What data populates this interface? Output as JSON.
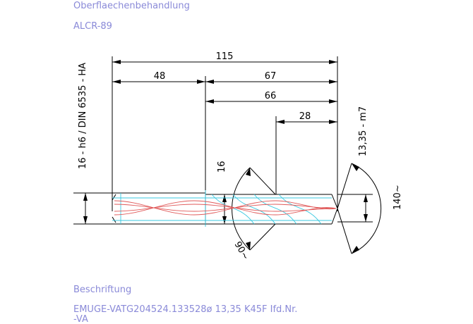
{
  "header": {
    "surface_label": "Oberflaechenbehandlung",
    "coating": "ALCR-89"
  },
  "dimensions": {
    "total_length": "115",
    "shank_length": "48",
    "flute_section": "67",
    "cutting_length": "66",
    "tip_length": "28",
    "shank_diameter": "16",
    "shank_tolerance": "16 - h6 / DIN 6535 - HA",
    "cutting_diameter": "13,35 - m7",
    "tip_angle": "140~",
    "helix_angle": "90~"
  },
  "footer": {
    "marking_label": "Beschriftung",
    "marking_line1": "EMUGE-VATG204524.133528ø 13,35  K45F Ifd.Nr.",
    "marking_line2": "-VA"
  },
  "colors": {
    "annotation_text": "#8a8ad8",
    "contour": "#000000",
    "hidden_lines": "#38c8e0",
    "flute_lines": "#e05a5a"
  }
}
